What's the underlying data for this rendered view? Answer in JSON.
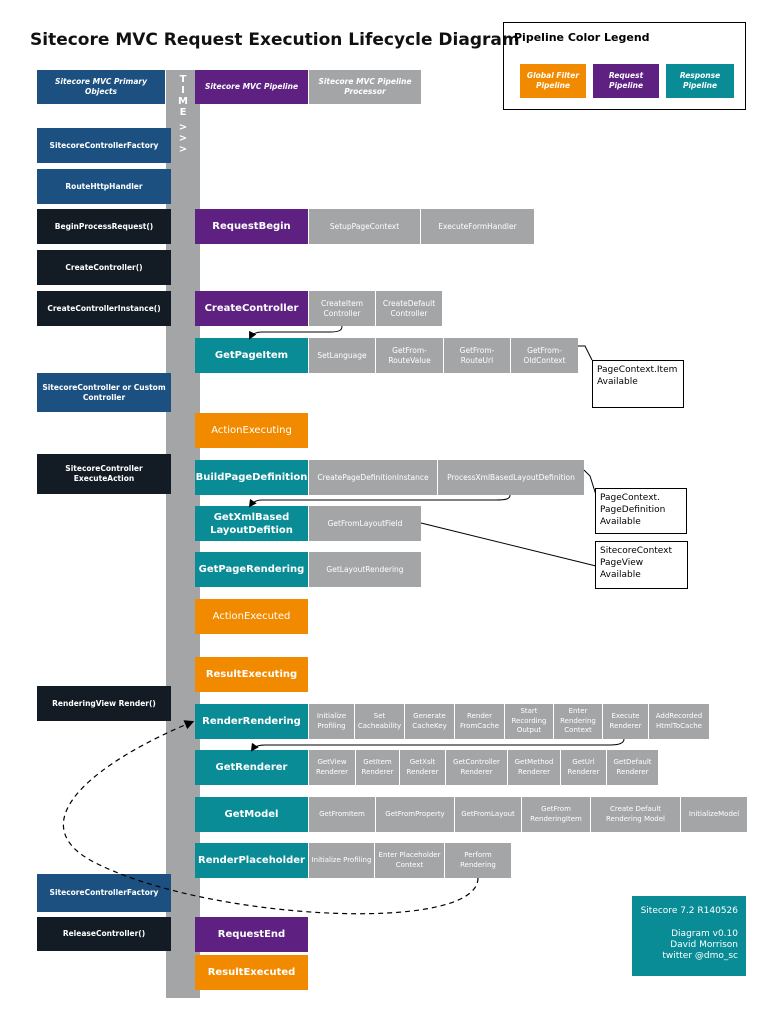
{
  "title": "Sitecore MVC Request Execution Lifecycle Diagram",
  "time_label": [
    "T",
    "I",
    "M",
    "E",
    ">",
    ">",
    ">"
  ],
  "legend": {
    "title": "Pipeline Color Legend",
    "global": "Global Filter Pipeline",
    "request": "Request Pipeline",
    "response": "Response Pipeline"
  },
  "headers": {
    "objects": "Sitecore MVC Primary Objects",
    "pipeline": "Sitecore MVC Pipeline",
    "processor": "Sitecore MVC Pipeline Processor"
  },
  "objects": {
    "controller_factory": "SitecoreControllerFactory",
    "route_handler": "RouteHttpHandler",
    "begin_process": "BeginProcessRequest()",
    "create_controller": "CreateController()",
    "create_instance": "CreateControllerInstance()",
    "custom_controller": "SitecoreController or Custom Controller",
    "execute_action": "SitecoreController ExecuteAction",
    "rendering_view": "RenderingView Render()",
    "controller_factory2": "SitecoreControllerFactory",
    "release_controller": "ReleaseController()"
  },
  "pipelines": {
    "request_begin": "RequestBegin",
    "create_controller": "CreateController",
    "get_page_item": "GetPageItem",
    "action_executing": "ActionExecuting",
    "build_page_definition": "BuildPageDefinition",
    "get_xml_based": "GetXmlBased LayoutDefition",
    "get_page_rendering": "GetPageRendering",
    "action_executed": "ActionExecuted",
    "result_executing": "ResultExecuting",
    "render_rendering": "RenderRendering",
    "get_renderer": "GetRenderer",
    "get_model": "GetModel",
    "render_placeholder": "RenderPlaceholder",
    "request_end": "RequestEnd",
    "result_executed": "ResultExecuted"
  },
  "processors": {
    "request_begin": [
      "SetupPageContext",
      "ExecuteFormHandler"
    ],
    "create_controller": [
      "CreateItem Controller",
      "CreateDefault Controller"
    ],
    "get_page_item": [
      "SetLanguage",
      "GetFrom- RouteValue",
      "GetFrom- RouteUrl",
      "GetFrom- OldContext"
    ],
    "build_page_definition": [
      "CreatePageDefinitionInstance",
      "ProcessXmlBasedLayoutDefinition"
    ],
    "get_xml_based": [
      "GetFromLayoutField"
    ],
    "get_page_rendering": [
      "GetLayoutRendering"
    ],
    "render_rendering": [
      "Initialize Profiling",
      "Set Cacheability",
      "Generate CacheKey",
      "Render FromCache",
      "Start Recording Output",
      "Enter Rendering Context",
      "Execute Renderer",
      "AddRecorded HtmlToCache"
    ],
    "get_renderer": [
      "GetView Renderer",
      "GetItem Renderer",
      "GetXslt Renderer",
      "GetController Renderer",
      "GetMethod Renderer",
      "GetUrl Renderer",
      "GetDefault Renderer"
    ],
    "get_model": [
      "GetFromItem",
      "GetFromProperty",
      "GetFromLayout",
      "GetFrom RenderingItem",
      "Create Default Rendering Model",
      "InitializeModel"
    ],
    "render_placeholder": [
      "Initialize Profiling",
      "Enter Placeholder Context",
      "Perform Rendering"
    ]
  },
  "notes": {
    "page_item": "PageContext.Item Available",
    "page_definition": "PageContext. PageDefinition Available",
    "page_view": "SitecoreContext PageView Available"
  },
  "version": {
    "line1": "Sitecore 7.2 R140526",
    "line2": "Diagram v0.10",
    "line3": "David Morrison",
    "line4": "twitter @dmo_sc"
  },
  "colors": {
    "navy": "#1c5080",
    "black": "#131c25",
    "purple": "#5e2182",
    "teal": "#0a8c96",
    "orange": "#f28a00",
    "grey": "#a4a5a7"
  }
}
